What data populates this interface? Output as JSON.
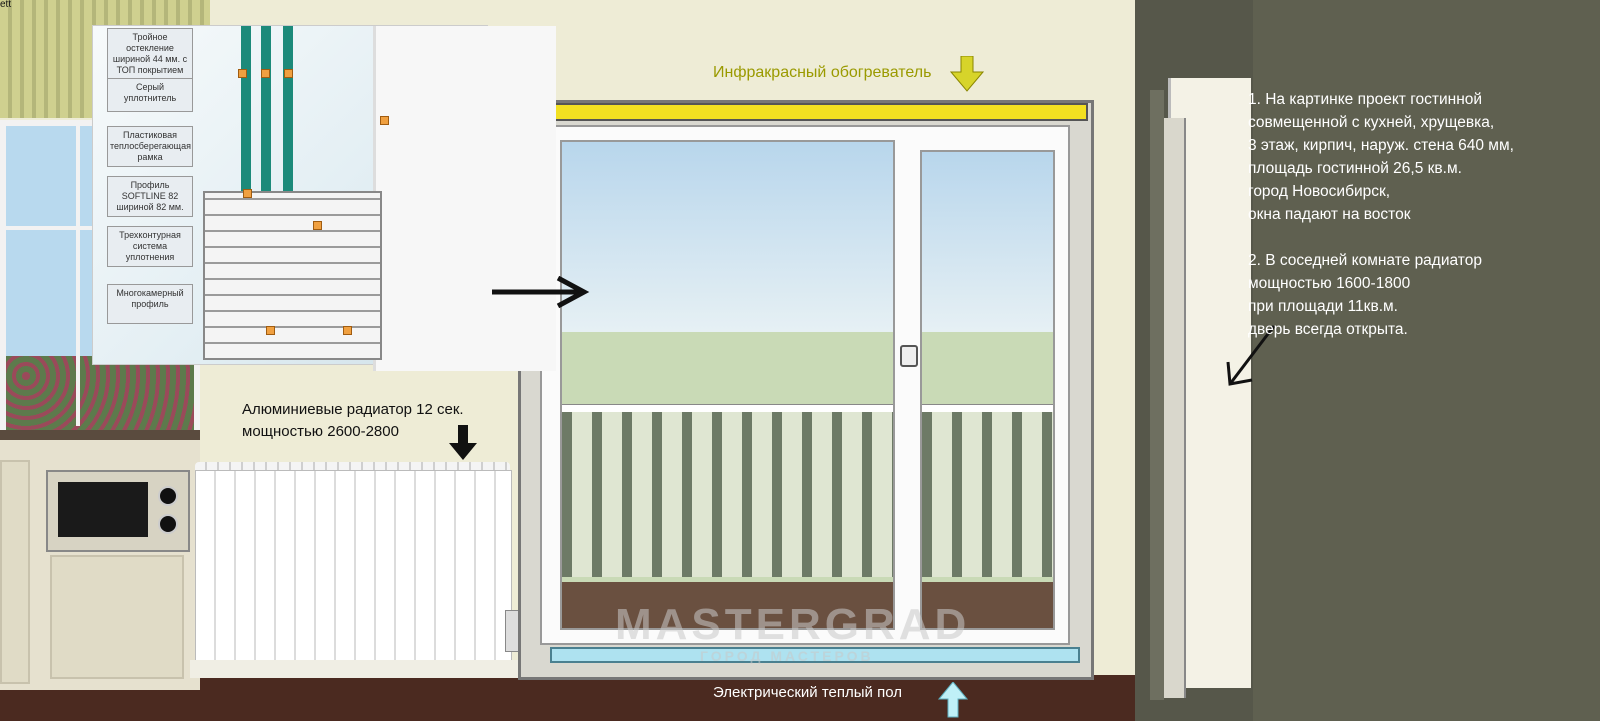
{
  "labels": {
    "ir_heater": "Инфракрасный обогреватель",
    "radiator_line1": "Алюминиевые радиатор 12 сек.",
    "radiator_line2": "мощностью 2600-2800",
    "floor_heating": "Электрический теплый пол",
    "watermark": "MASTERGRAD",
    "watermark_sub": "ГОРОД МАСТЕРОВ",
    "corner_tag": "ett"
  },
  "notes": {
    "lines1": [
      "1. На картинке проект гостинной",
      "совмещенной с кухней, хрущевка,",
      "3 этаж, кирпич, наруж. стена 640 мм,",
      "площадь гостинной 26,5 кв.м.",
      "город Новосибирск,",
      "окна падают на восток"
    ],
    "lines2": [
      "2. В соседней комнате радиатор",
      "мощностью 1600-1800",
      "при площади 11кв.м.",
      "дверь всегда открыта."
    ]
  },
  "inset": {
    "labels": [
      "Тройное остекление шириной 44 мм. с ТОП покрытием",
      "Серый уплотнитель",
      "Пластиковая теплосберегающая рамка",
      "Профиль SOFTLINE 82 шириной 82 мм.",
      "Трехконтурная система уплотнения",
      "Многокамерный профиль"
    ]
  },
  "colors": {
    "ir_heater": "#f2e021",
    "floor_heater": "#aee2f0",
    "ir_arrow": "#d7d42a",
    "floor_arrow": "#bff0f7",
    "label_ir": "#9a9a00"
  },
  "icons": [
    "down-arrow-icon",
    "right-arrow-icon",
    "up-arrow-icon",
    "diagonal-arrow-icon"
  ]
}
